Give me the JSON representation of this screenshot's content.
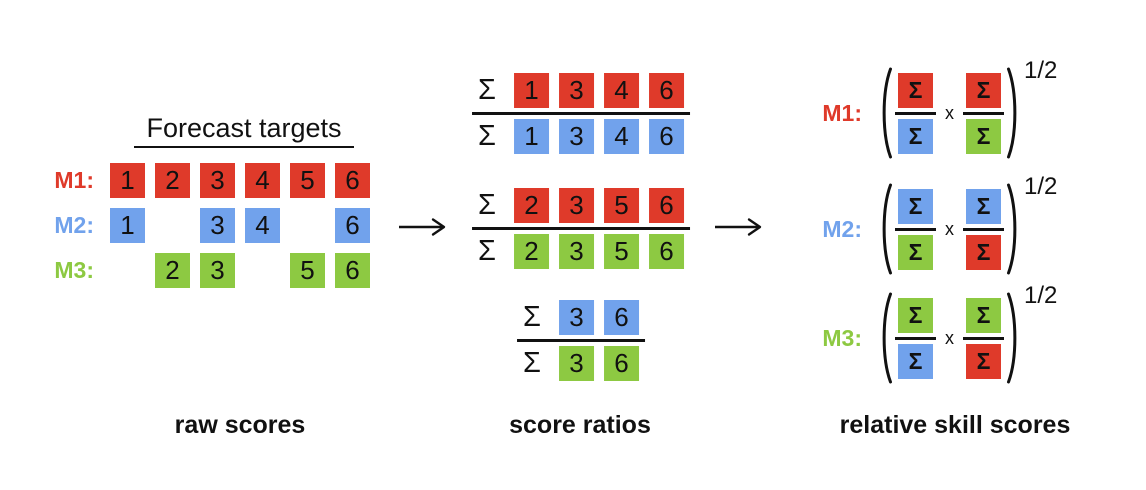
{
  "colors": {
    "red": "#df3a2a",
    "blue": "#71a2ec",
    "green": "#8dc942",
    "ink": "#111111"
  },
  "stage1": {
    "title": "Forecast targets",
    "caption": "raw scores",
    "rows": [
      {
        "label": "M1:",
        "color": "red",
        "cells": [
          "1",
          "2",
          "3",
          "4",
          "5",
          "6"
        ]
      },
      {
        "label": "M2:",
        "color": "blue",
        "cells": [
          "1",
          null,
          "3",
          "4",
          null,
          "6"
        ]
      },
      {
        "label": "M3:",
        "color": "green",
        "cells": [
          null,
          "2",
          "3",
          null,
          "5",
          "6"
        ]
      }
    ]
  },
  "stage2": {
    "caption": "score ratios",
    "sigma": "Σ",
    "ratios": [
      {
        "numerator": {
          "color": "red",
          "values": [
            "1",
            "3",
            "4",
            "6"
          ]
        },
        "denominator": {
          "color": "blue",
          "values": [
            "1",
            "3",
            "4",
            "6"
          ]
        }
      },
      {
        "numerator": {
          "color": "red",
          "values": [
            "2",
            "3",
            "5",
            "6"
          ]
        },
        "denominator": {
          "color": "green",
          "values": [
            "2",
            "3",
            "5",
            "6"
          ]
        }
      },
      {
        "numerator": {
          "color": "blue",
          "values": [
            "3",
            "6"
          ]
        },
        "denominator": {
          "color": "green",
          "values": [
            "3",
            "6"
          ]
        }
      }
    ]
  },
  "stage3": {
    "caption": "relative skill scores",
    "sigma": "Σ",
    "times": "x",
    "exponent": "1/2",
    "formulas": [
      {
        "label": "M1:",
        "color": "red",
        "terms": [
          {
            "num": "red",
            "den": "blue"
          },
          {
            "num": "red",
            "den": "green"
          }
        ]
      },
      {
        "label": "M2:",
        "color": "blue",
        "terms": [
          {
            "num": "blue",
            "den": "green"
          },
          {
            "num": "blue",
            "den": "red"
          }
        ]
      },
      {
        "label": "M3:",
        "color": "green",
        "terms": [
          {
            "num": "green",
            "den": "blue"
          },
          {
            "num": "green",
            "den": "red"
          }
        ]
      }
    ]
  },
  "icons": {
    "arrow": "long-right-arrow"
  }
}
